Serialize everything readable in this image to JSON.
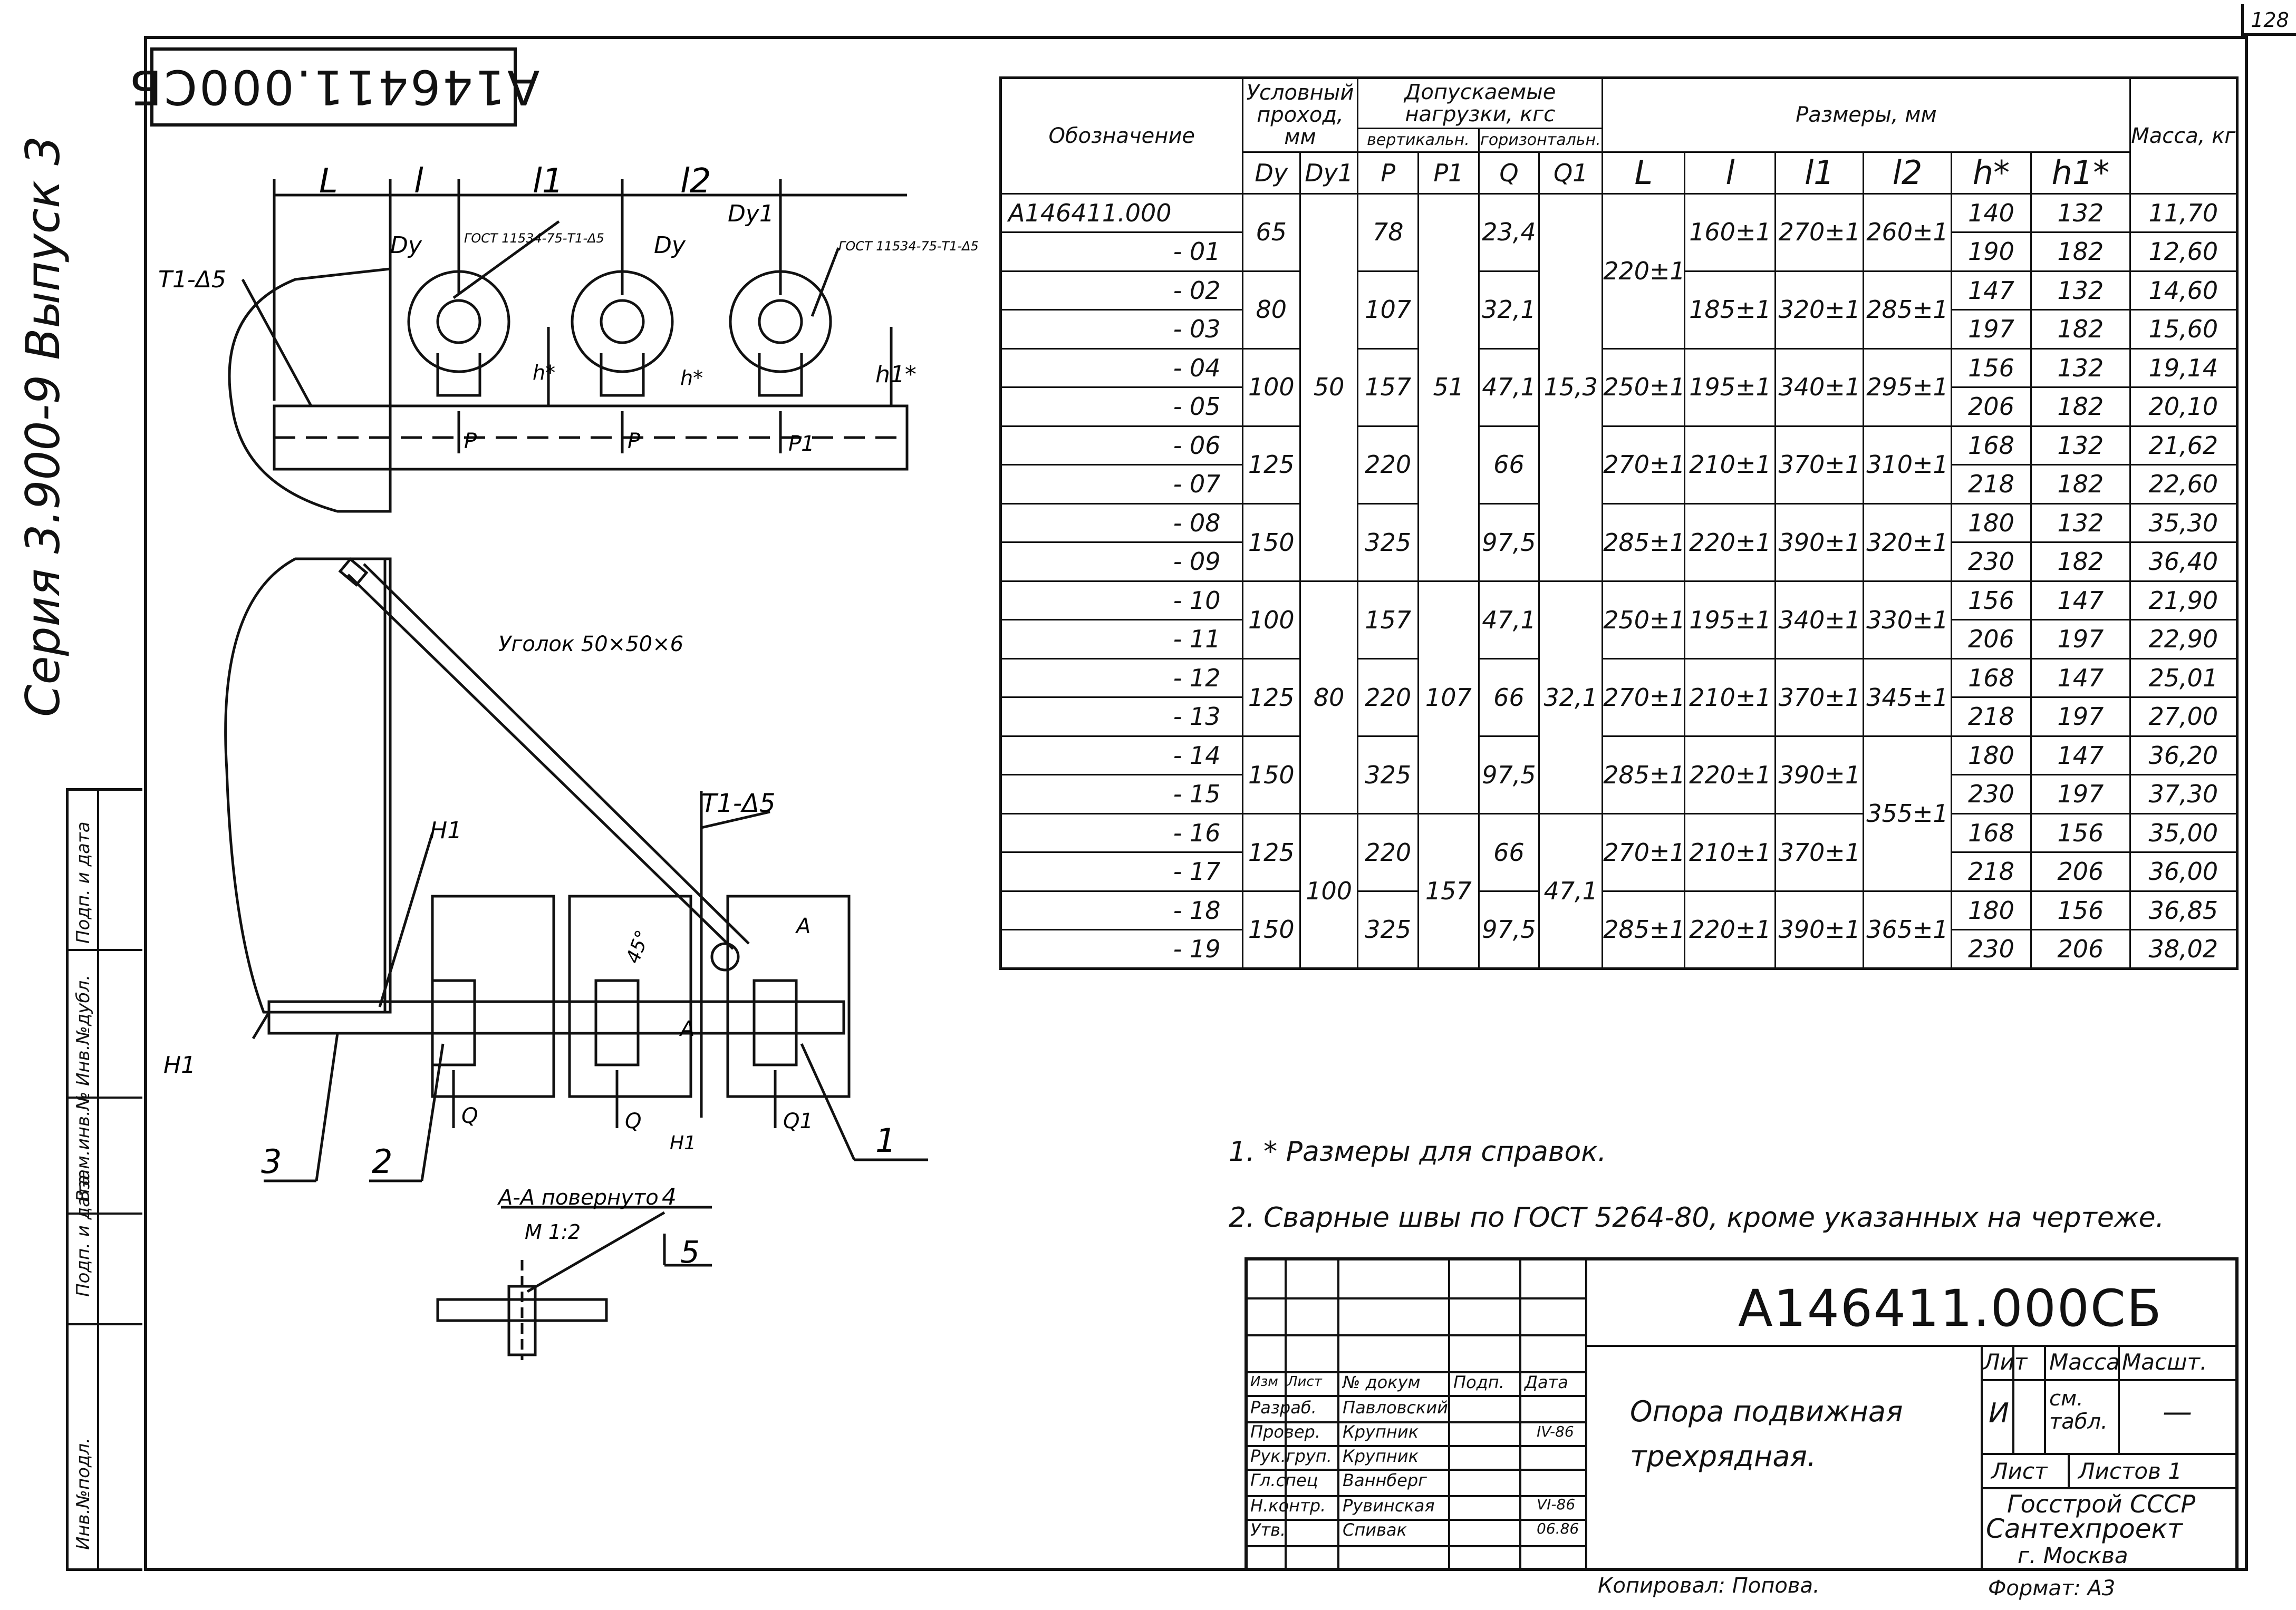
{
  "sheet_number": "128",
  "top_stamp": "А146411.000СБ",
  "series_text": "Серия 3.900-9  Выпуск 3",
  "side_labels": [
    "Инв.№подл.",
    "Подп. и дата",
    "Взам.инв.№",
    "Инв.№дубл.",
    "Подп. и дата"
  ],
  "drawing": {
    "top_view": {
      "dims": [
        "L",
        "l",
        "l1",
        "l2"
      ],
      "callouts": [
        "T1-Δ5",
        "Dy",
        "ГОСТ 11534-75-T1-Δ5",
        "Dy",
        "Dy1",
        "ГОСТ 11534-75-T1-Δ5"
      ],
      "h_labels": [
        "h*",
        "h*",
        "h1*"
      ],
      "loads": [
        "P",
        "P",
        "P1"
      ]
    },
    "plan_view": {
      "angle_label": "Уголок 50×50×6",
      "weld_label": "T1-Δ5",
      "h1_labels": [
        "H1",
        "H1",
        "H1"
      ],
      "angle": "45°",
      "section_marks": [
        "A",
        "A"
      ],
      "loads": [
        "Q",
        "Q",
        "Q1"
      ],
      "positions": [
        "3",
        "2",
        "1"
      ]
    },
    "section": {
      "title": "А-А повернуто",
      "scale": "М 1:2",
      "positions": [
        "4",
        "5"
      ]
    }
  },
  "table": {
    "header": {
      "designation": "Обозначение",
      "nominal": "Условный проход, мм",
      "loads": "Допускаемые нагрузки, кгс",
      "vertical": "вертикальн.",
      "horizontal": "горизонтальн.",
      "sizes": "Размеры, мм",
      "mass": "Масса, кг",
      "cols": [
        "Dy",
        "Dy1",
        "P",
        "P1",
        "Q",
        "Q1",
        "L",
        "l",
        "l1",
        "l2",
        "h*",
        "h1*"
      ]
    },
    "designations": [
      "А146411.000",
      "- 01",
      "- 02",
      "- 03",
      "- 04",
      "- 05",
      "- 06",
      "- 07",
      "- 08",
      "- 09",
      "- 10",
      "- 11",
      "- 12",
      "- 13",
      "- 14",
      "- 15",
      "- 16",
      "- 17",
      "- 18",
      "- 19"
    ],
    "dy": [
      "65",
      "80",
      "100",
      "125",
      "150",
      "100",
      "125",
      "150",
      "125",
      "150"
    ],
    "dy1": [
      "50",
      "80",
      "100"
    ],
    "p": [
      "78",
      "107",
      "157",
      "220",
      "325",
      "157",
      "220",
      "325",
      "220",
      "325"
    ],
    "p1": [
      "51",
      "107",
      "157"
    ],
    "q": [
      "23,4",
      "32,1",
      "47,1",
      "66",
      "97,5",
      "47,1",
      "66",
      "97,5",
      "66",
      "97,5"
    ],
    "q1": [
      "15,3",
      "32,1",
      "47,1"
    ],
    "L": [
      "220±1",
      "250±1",
      "270±1",
      "285±1",
      "250±1",
      "270±1",
      "285±1",
      "270±1",
      "285±1"
    ],
    "l": [
      "160±1",
      "185±1",
      "195±1",
      "210±1",
      "220±1",
      "195±1",
      "210±1",
      "220±1",
      "210±1",
      "220±1"
    ],
    "l1": [
      "270±1",
      "320±1",
      "340±1",
      "370±1",
      "390±1",
      "340±1",
      "370±1",
      "390±1",
      "370±1",
      "390±1"
    ],
    "l2": [
      "260±1",
      "285±1",
      "295±1",
      "310±1",
      "320±1",
      "330±1",
      "345±1",
      "355±1",
      "365±1"
    ],
    "h": [
      "140",
      "190",
      "147",
      "197",
      "156",
      "206",
      "168",
      "218",
      "180",
      "230",
      "156",
      "206",
      "168",
      "218",
      "180",
      "230",
      "168",
      "218",
      "180",
      "230"
    ],
    "h1": [
      "132",
      "182",
      "132",
      "182",
      "132",
      "182",
      "132",
      "182",
      "132",
      "182",
      "147",
      "197",
      "147",
      "197",
      "147",
      "197",
      "156",
      "206",
      "156",
      "206"
    ],
    "mass": [
      "11,70",
      "12,60",
      "14,60",
      "15,60",
      "19,14",
      "20,10",
      "21,62",
      "22,60",
      "35,30",
      "36,40",
      "21,90",
      "22,90",
      "25,01",
      "27,00",
      "36,20",
      "37,30",
      "35,00",
      "36,00",
      "36,85",
      "38,02"
    ]
  },
  "notes": [
    "1. * Размеры для справок.",
    "2. Сварные швы по ГОСТ 5264-80, кроме указанных на чертеже."
  ],
  "title_block": {
    "doc_number": "А146411.000СБ",
    "name_line1": "Опора подвижная",
    "name_line2": "трехрядная.",
    "col_heads": [
      "Изм",
      "Лист",
      "№ докум",
      "Подп.",
      "Дата"
    ],
    "roles": [
      "Разраб.",
      "Провер.",
      "Рук.груп.",
      "Гл.спец",
      "Н.контр.",
      "Утв."
    ],
    "names": [
      "Павловский",
      "Крупник",
      "Крупник",
      "Ваннберг",
      "Рувинская",
      "Спивак"
    ],
    "dates": [
      "IV-86",
      "VI-86",
      "06.86"
    ],
    "lit_head": "Лит",
    "mass_head": "Масса",
    "scale_head": "Масшт.",
    "lit_value": "И",
    "mass_value": "см. табл.",
    "scale_value": "—",
    "sheet_label": "Лист",
    "sheets_label": "Листов 1",
    "org_line1": "Госстрой СССР",
    "org_line2": "Сантехпроект",
    "org_line3": "г. Москва"
  },
  "copied_by": "Копировал: Попова.",
  "format": "Формат: А3"
}
